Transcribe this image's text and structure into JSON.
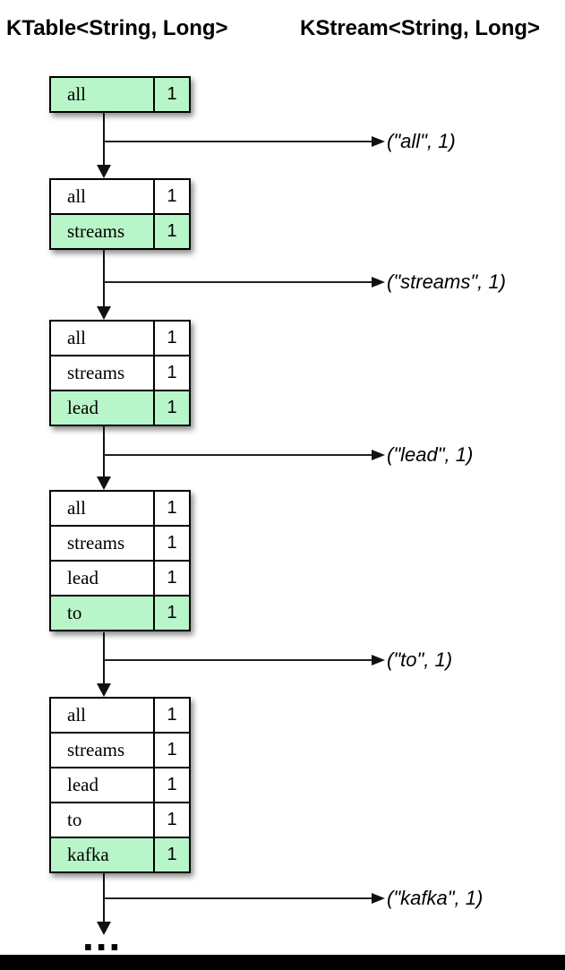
{
  "header": {
    "left": "KTable<String, Long>",
    "right": "KStream<String, Long>"
  },
  "colors": {
    "highlight_green": "#b8f5c8",
    "line": "#111111",
    "background": "#ffffff",
    "bottom_bar": "#000000"
  },
  "tables": [
    {
      "rows": [
        {
          "key": "all",
          "value": "1",
          "highlight": true
        }
      ]
    },
    {
      "rows": [
        {
          "key": "all",
          "value": "1",
          "highlight": false
        },
        {
          "key": "streams",
          "value": "1",
          "highlight": true
        }
      ]
    },
    {
      "rows": [
        {
          "key": "all",
          "value": "1",
          "highlight": false
        },
        {
          "key": "streams",
          "value": "1",
          "highlight": false
        },
        {
          "key": "lead",
          "value": "1",
          "highlight": true
        }
      ]
    },
    {
      "rows": [
        {
          "key": "all",
          "value": "1",
          "highlight": false
        },
        {
          "key": "streams",
          "value": "1",
          "highlight": false
        },
        {
          "key": "lead",
          "value": "1",
          "highlight": false
        },
        {
          "key": "to",
          "value": "1",
          "highlight": true
        }
      ]
    },
    {
      "rows": [
        {
          "key": "all",
          "value": "1",
          "highlight": false
        },
        {
          "key": "streams",
          "value": "1",
          "highlight": false
        },
        {
          "key": "lead",
          "value": "1",
          "highlight": false
        },
        {
          "key": "to",
          "value": "1",
          "highlight": false
        },
        {
          "key": "kafka",
          "value": "1",
          "highlight": true
        }
      ]
    }
  ],
  "stream_records": [
    {
      "text": "(\"all\", 1)"
    },
    {
      "text": "(\"streams\", 1)"
    },
    {
      "text": "(\"lead\", 1)"
    },
    {
      "text": "(\"to\", 1)"
    },
    {
      "text": "(\"kafka\", 1)"
    }
  ],
  "ellipsis": "..."
}
